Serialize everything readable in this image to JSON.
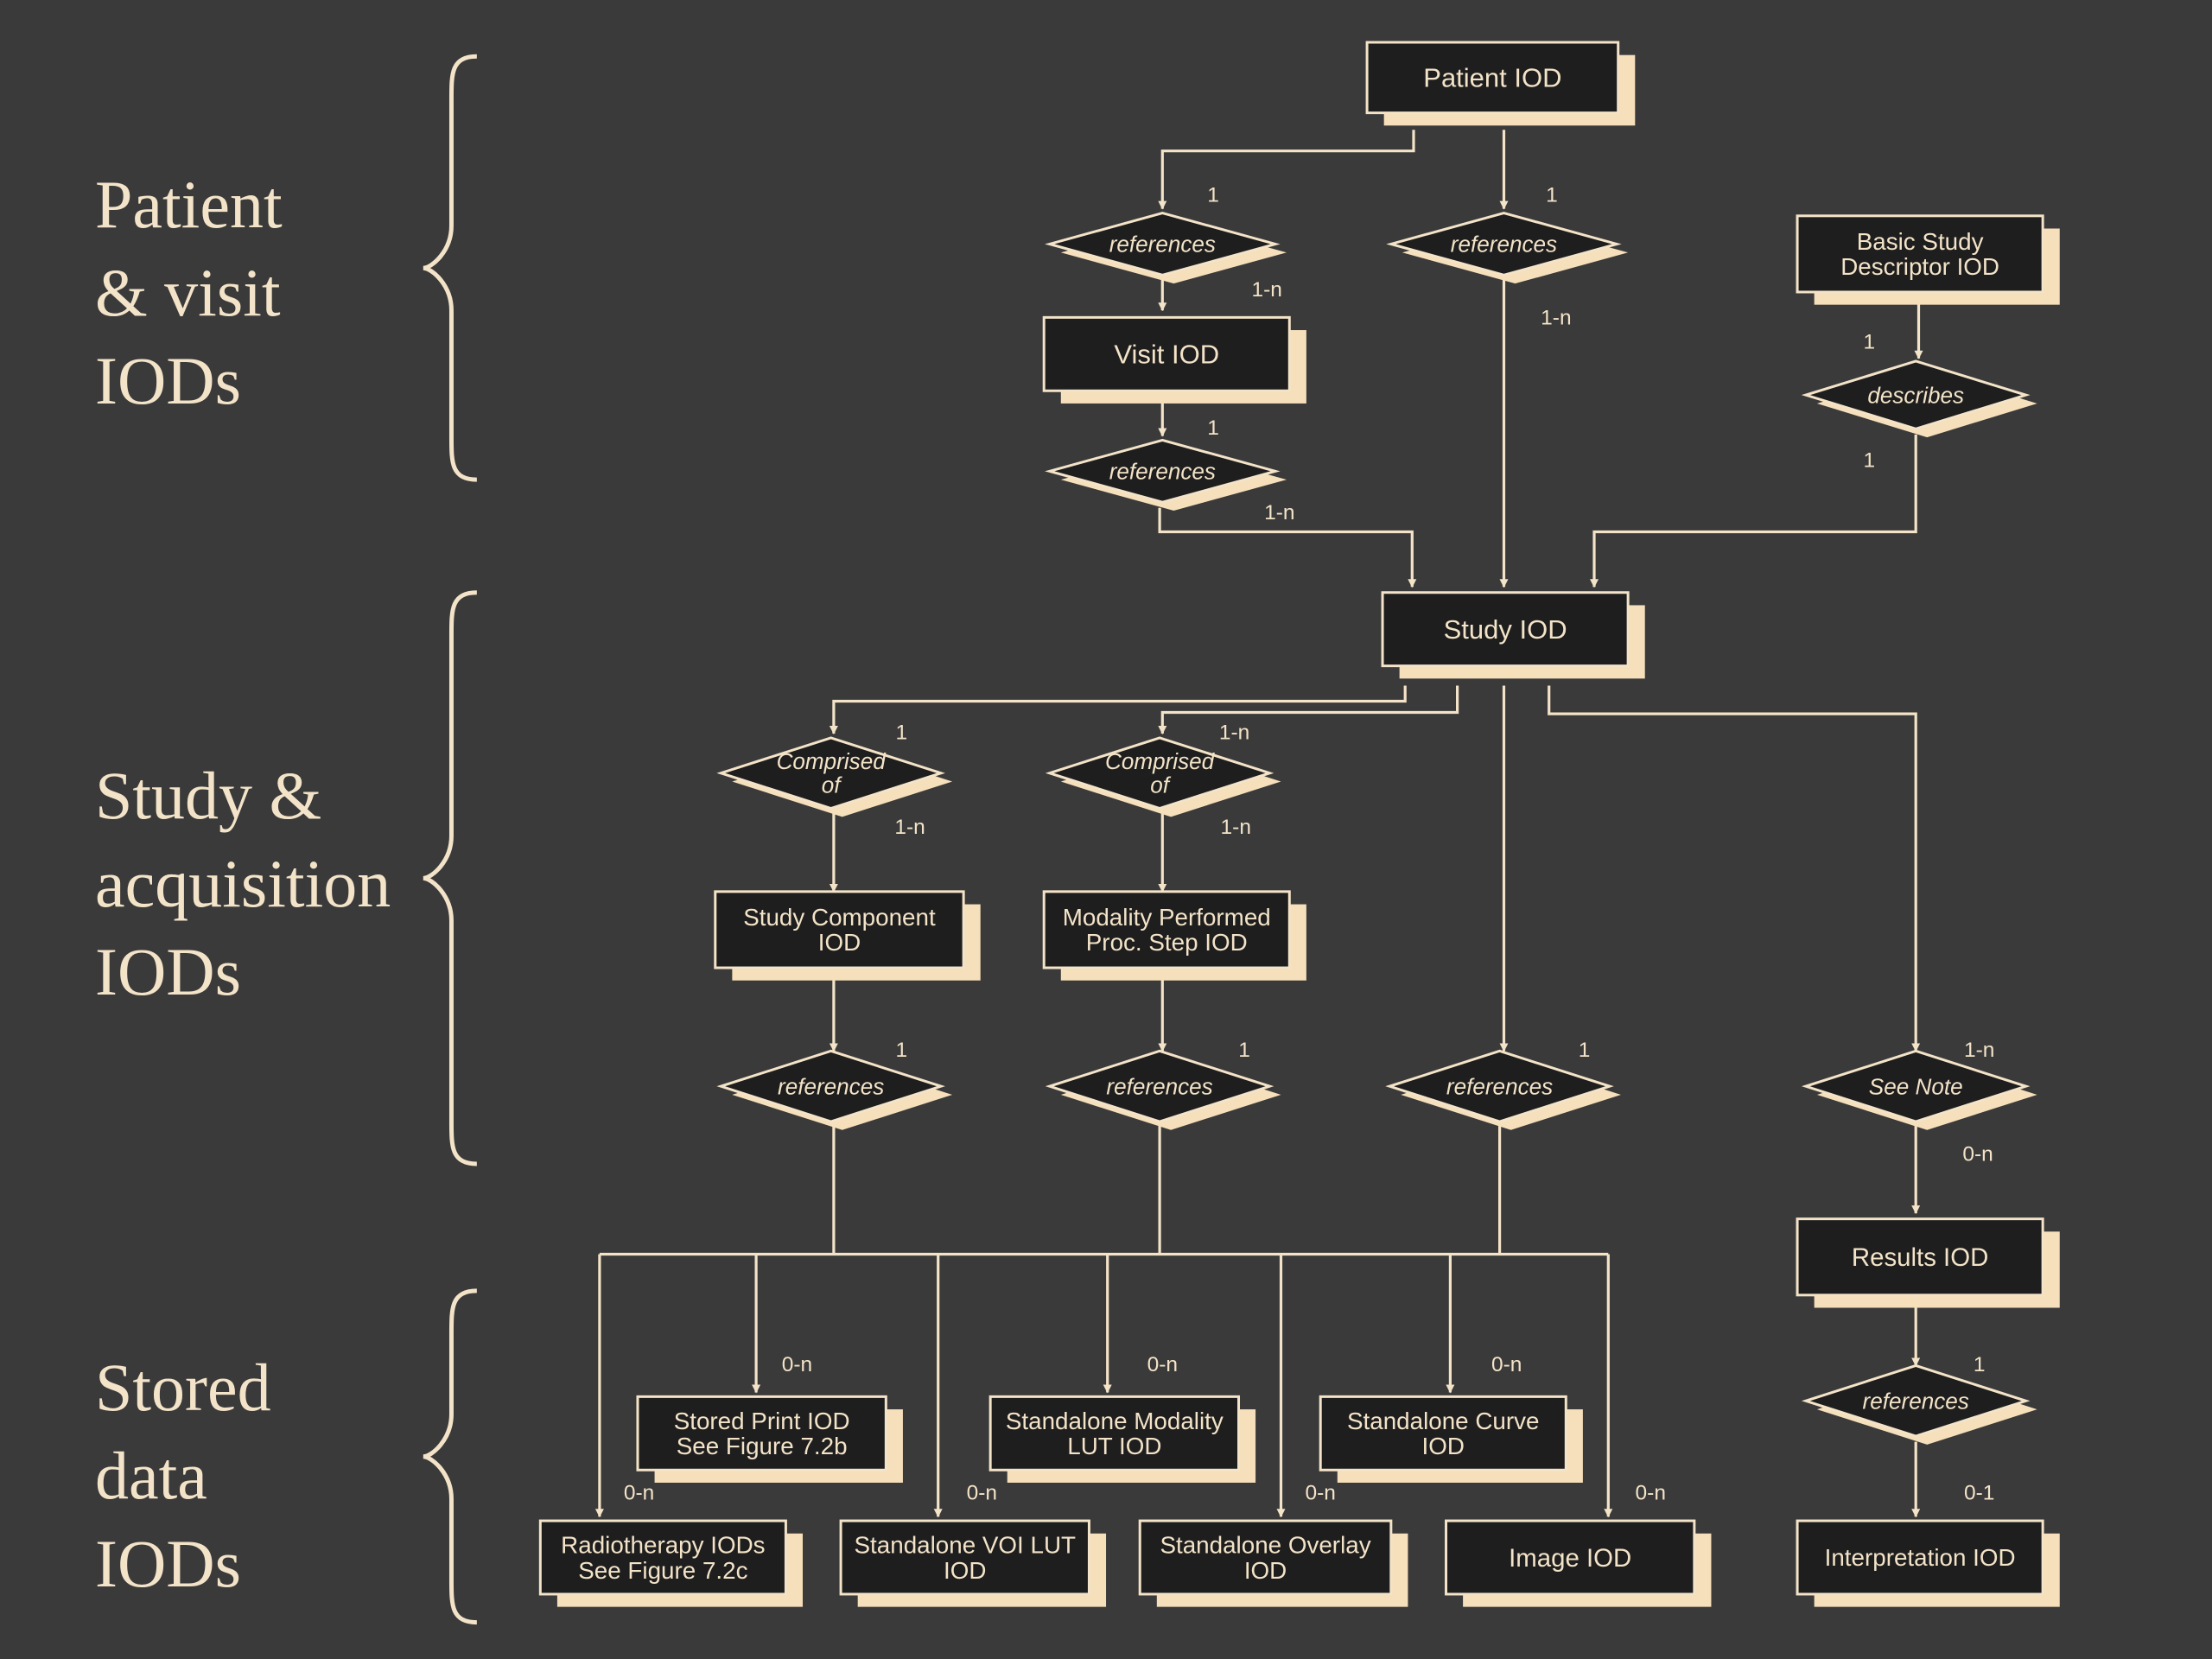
{
  "colors": {
    "background": "#3a3a3a",
    "box_fill": "#1e1e1e",
    "box_shadow": "#f6dfbb",
    "stroke": "#f3e3c8",
    "text": "#f3e3c8"
  },
  "sections": [
    {
      "id": "patient",
      "label": "Patient\n& visit\nIODs"
    },
    {
      "id": "study",
      "label": "Study &\nacquisition\nIODs"
    },
    {
      "id": "stored",
      "label": "Stored\ndata\nIODs"
    }
  ],
  "boxes": [
    {
      "id": "patient-iod",
      "lines": [
        "Patient IOD"
      ]
    },
    {
      "id": "visit-iod",
      "lines": [
        "Visit IOD"
      ]
    },
    {
      "id": "basic-study-descriptor-iod",
      "lines": [
        "Basic Study",
        "Descriptor IOD"
      ]
    },
    {
      "id": "study-iod",
      "lines": [
        "Study IOD"
      ]
    },
    {
      "id": "study-component-iod",
      "lines": [
        "Study Component",
        "IOD"
      ]
    },
    {
      "id": "modality-performed-proc-step-iod",
      "lines": [
        "Modality Performed",
        "Proc. Step IOD"
      ]
    },
    {
      "id": "results-iod",
      "lines": [
        "Results IOD"
      ]
    },
    {
      "id": "stored-print-iod",
      "lines": [
        "Stored Print IOD",
        "See Figure 7.2b"
      ]
    },
    {
      "id": "standalone-modality-lut-iod",
      "lines": [
        "Standalone Modality",
        "LUT IOD"
      ]
    },
    {
      "id": "standalone-curve-iod",
      "lines": [
        "Standalone Curve",
        "IOD"
      ]
    },
    {
      "id": "radiotherapy-iods",
      "lines": [
        "Radiotherapy IODs",
        "See Figure 7.2c"
      ]
    },
    {
      "id": "standalone-voi-lut-iod",
      "lines": [
        "Standalone VOI LUT",
        "IOD"
      ]
    },
    {
      "id": "standalone-overlay-iod",
      "lines": [
        "Standalone Overlay",
        "IOD"
      ]
    },
    {
      "id": "image-iod",
      "lines": [
        "Image IOD"
      ]
    },
    {
      "id": "interpretation-iod",
      "lines": [
        "Interpretation IOD"
      ]
    }
  ],
  "diamonds": [
    {
      "id": "references-visit",
      "lines": [
        "references"
      ]
    },
    {
      "id": "references-study",
      "lines": [
        "references"
      ]
    },
    {
      "id": "describes",
      "lines": [
        "describes"
      ]
    },
    {
      "id": "references-visit-study",
      "lines": [
        "references"
      ]
    },
    {
      "id": "comprised-of-component",
      "lines": [
        "Comprised",
        "of"
      ]
    },
    {
      "id": "comprised-of-mpps",
      "lines": [
        "Comprised",
        "of"
      ]
    },
    {
      "id": "references-component",
      "lines": [
        "references"
      ]
    },
    {
      "id": "references-mpps",
      "lines": [
        "references"
      ]
    },
    {
      "id": "references-study-direct",
      "lines": [
        "references"
      ]
    },
    {
      "id": "see-note",
      "lines": [
        "See Note"
      ]
    },
    {
      "id": "references-results",
      "lines": [
        "references"
      ]
    }
  ],
  "cardinalities": [
    {
      "id": "c1",
      "text": "1"
    },
    {
      "id": "c2",
      "text": "1-n"
    },
    {
      "id": "c3",
      "text": "1"
    },
    {
      "id": "c4",
      "text": "1-n"
    },
    {
      "id": "c5",
      "text": "1"
    },
    {
      "id": "c6",
      "text": "1-n"
    },
    {
      "id": "c7",
      "text": "1"
    },
    {
      "id": "c8",
      "text": "1"
    },
    {
      "id": "c9",
      "text": "1"
    },
    {
      "id": "c10",
      "text": "1-n"
    },
    {
      "id": "c11",
      "text": "1-n"
    },
    {
      "id": "c12",
      "text": "1-n"
    },
    {
      "id": "c13",
      "text": "1"
    },
    {
      "id": "c14",
      "text": "1"
    },
    {
      "id": "c15",
      "text": "1"
    },
    {
      "id": "c16",
      "text": "1-n"
    },
    {
      "id": "c17",
      "text": "0-n"
    },
    {
      "id": "c18",
      "text": "0-n"
    },
    {
      "id": "c19",
      "text": "0-n"
    },
    {
      "id": "c20",
      "text": "0-n"
    },
    {
      "id": "c21",
      "text": "0-n"
    },
    {
      "id": "c22",
      "text": "0-n"
    },
    {
      "id": "c23",
      "text": "0-n"
    },
    {
      "id": "c24",
      "text": "0-n"
    },
    {
      "id": "c25",
      "text": "1"
    },
    {
      "id": "c26",
      "text": "0-1"
    }
  ]
}
